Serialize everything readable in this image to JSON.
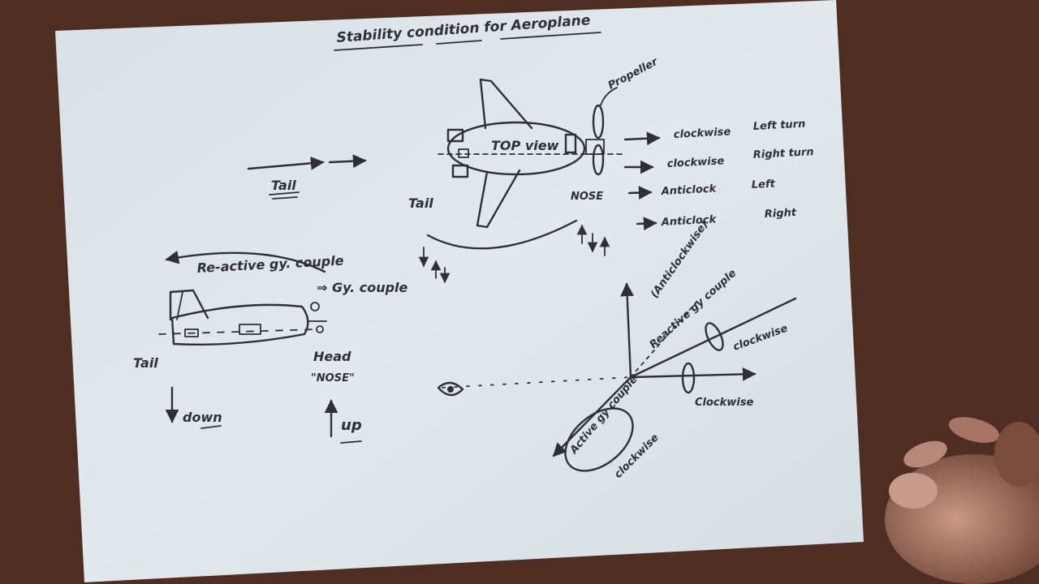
{
  "title": "Stability condition for Aeroplane",
  "top_view": {
    "label": "TOP view",
    "propeller": "Propeller",
    "tail": "Tail",
    "nose": "NOSE",
    "tail_arrow_label": "Tail"
  },
  "rules": [
    {
      "rotation": "clockwise",
      "turn": "Left turn"
    },
    {
      "rotation": "clockwise",
      "turn": "Right turn"
    },
    {
      "rotation": "Anticlock",
      "turn": "Left"
    },
    {
      "rotation": "Anticlock",
      "turn": "Right"
    }
  ],
  "side_view": {
    "reactive_couple": "Re-active gy. couple",
    "implies_couple": "⇒ Gy. couple",
    "tail": "Tail",
    "head": "Head",
    "nose": "\"NOSE\"",
    "down": "down",
    "up": "up"
  },
  "axes": {
    "anticlockwise": "(Anticlockwise)",
    "reactive_couple": "Reactive gy couple",
    "clockwise_disc": "clockwise",
    "clockwise_spin": "Clockwise",
    "active_couple": "Active gy couple",
    "active_couple_dir": "clockwise"
  },
  "colors": {
    "paper": "#dfe7eb",
    "ink": "#2e3036",
    "table": "#4a2a20"
  }
}
